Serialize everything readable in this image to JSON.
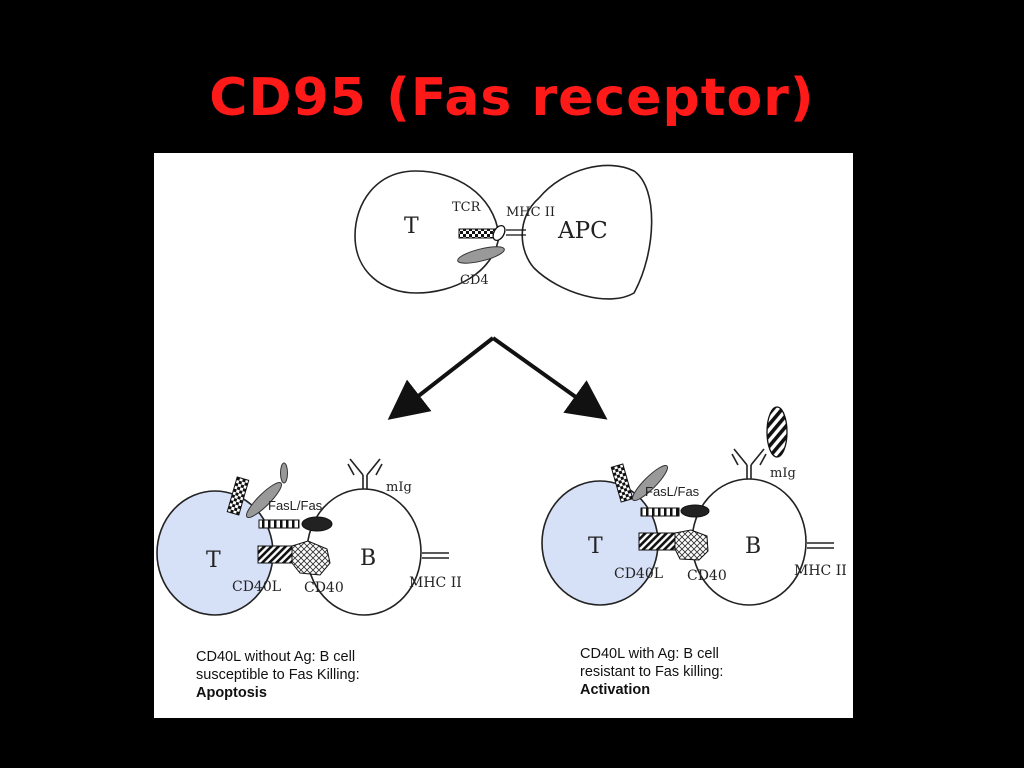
{
  "slide": {
    "title": "CD95 (Fas receptor)",
    "title_color": "#ff1a1a",
    "background": "#000000"
  },
  "diagram": {
    "top": {
      "t_cell_label": "T",
      "apc_label": "APC",
      "tcr_label": "TCR",
      "mhc_label": "MHC II",
      "cd4_label": "CD4"
    },
    "left": {
      "t_cell_label": "T",
      "b_cell_label": "B",
      "fasl_fas_label": "FasL/Fas",
      "mig_label": "mIg",
      "cd40l_label": "CD40L",
      "cd40_label": "CD40",
      "mhc_label": "MHC II",
      "t_cell_fill": "#d6e0f7"
    },
    "right": {
      "t_cell_label": "T",
      "b_cell_label": "B",
      "fasl_fas_label": "FasL/Fas",
      "mig_label": "mIg",
      "cd40l_label": "CD40L",
      "cd40_label": "CD40",
      "mhc_label": "MHC II",
      "t_cell_fill": "#d6e0f7"
    },
    "captions": {
      "left": {
        "line1": "CD40L without Ag: B cell",
        "line2": "susceptible to Fas Killing:",
        "line3": "Apoptosis"
      },
      "right": {
        "line1": "CD40L with Ag:  B cell",
        "line2": "resistant to Fas killing:",
        "line3": "Activation"
      }
    }
  }
}
